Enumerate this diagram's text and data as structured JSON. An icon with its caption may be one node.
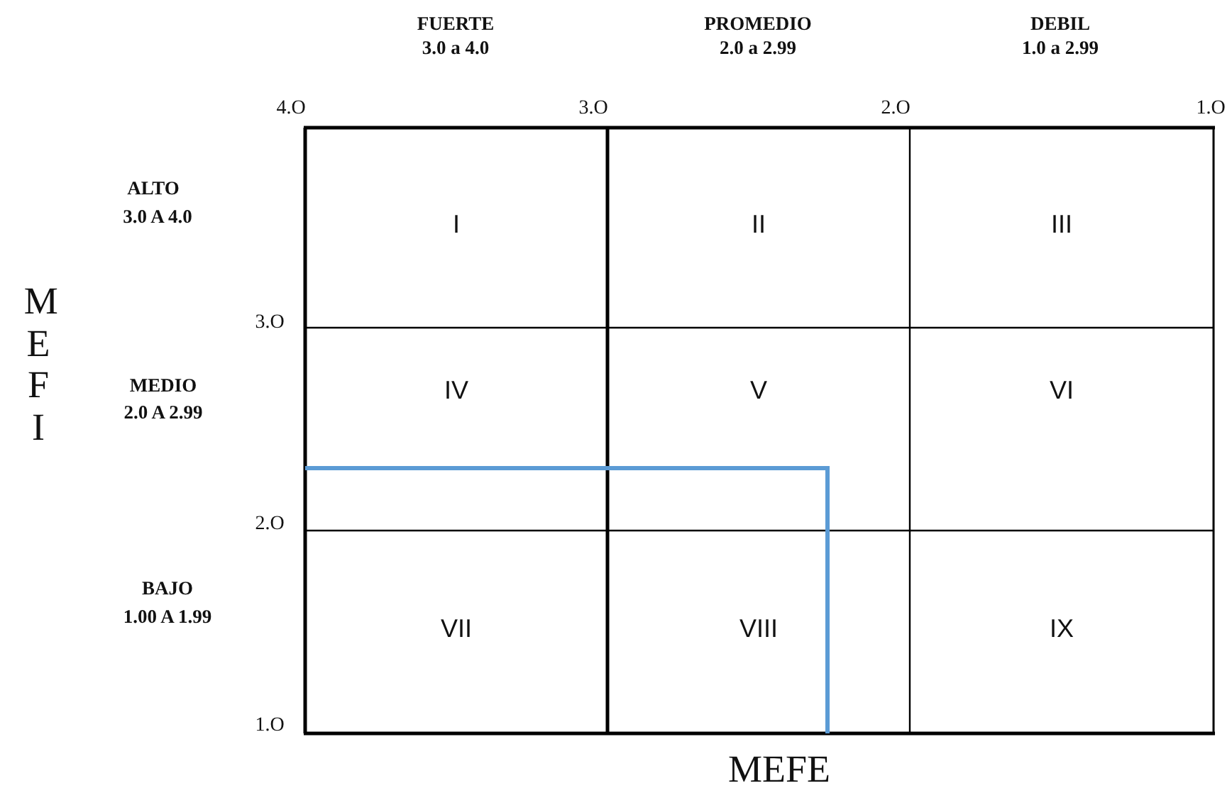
{
  "diagram": {
    "nodes": [
      {
        "text": [
          "I"
        ]
      },
      {
        "text": [
          "II"
        ]
      },
      {
        "text": [
          "III"
        ]
      },
      {
        "text": [
          "IV"
        ]
      },
      {
        "text": [
          "V"
        ]
      },
      {
        "text": [
          "VI"
        ]
      },
      {
        "text": [
          "VII"
        ]
      },
      {
        "text": [
          "VIII"
        ]
      },
      {
        "text": [
          "IX"
        ]
      }
    ],
    "labels": [
      "FUERTE",
      "3.0 a 4.0",
      "PROMEDIO",
      "2.0 a 2.99",
      "DEBIL",
      "1.0 a 2.99",
      "4.O",
      "3.O",
      "2.O",
      "1.O",
      "ALTO",
      "3.0 A 4.0",
      "MEFI",
      "3.O",
      "MEDIO",
      "2.0 A 2.99",
      "2.O",
      "BAJO",
      "1.00 A 1.99",
      "1.O",
      "MEFE"
    ]
  }
}
